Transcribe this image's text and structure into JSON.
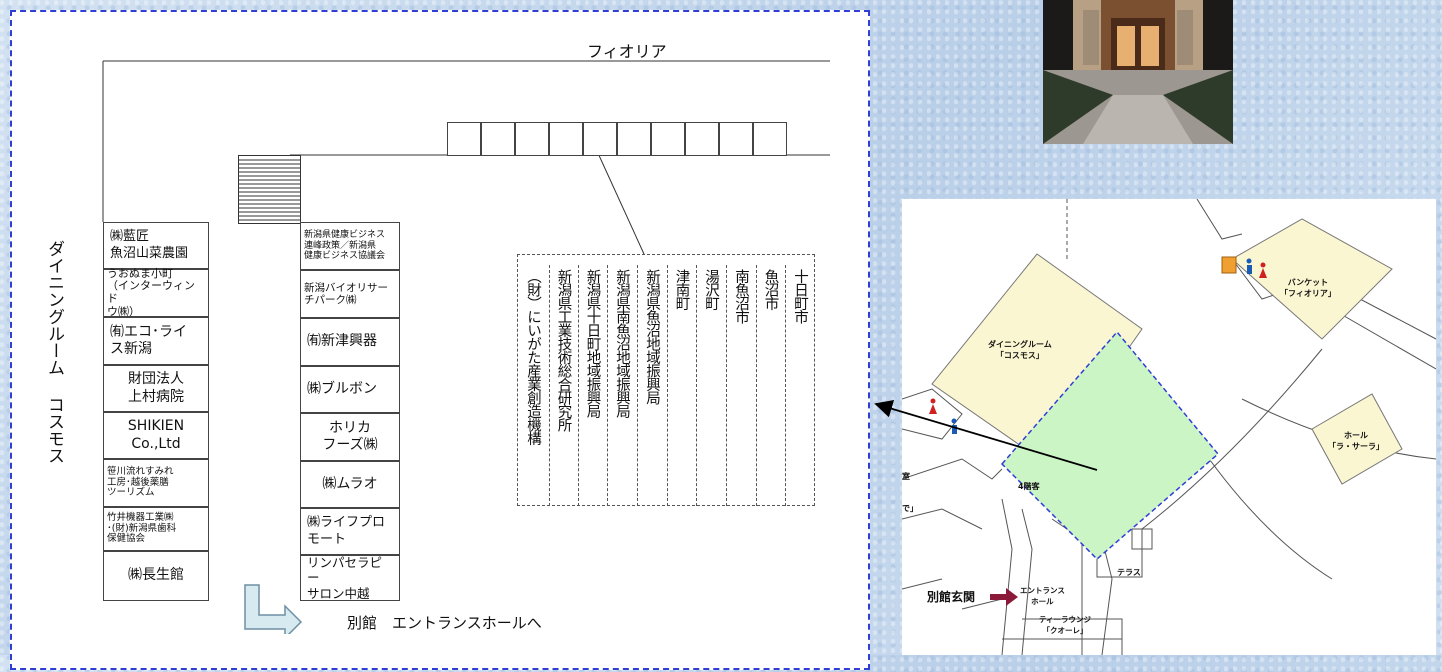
{
  "colors": {
    "panel_border": "#2f3fd6",
    "highlight": "#ccf5c6",
    "room_fill": "#fbf6d2",
    "arrow_fill": "#d6eaf0"
  },
  "diagram": {
    "top_label": "フィオリア",
    "left_room_label": "ダイニングルーム コスモス",
    "left_column": [
      "㈱藍匠\n魚沼山菜農園",
      "うおぬま小町\n（インターウィンド\nウ㈱）",
      "㈲エコ･ライ\nス新潟",
      "財団法人\n上村病院",
      "SHIKIEN\nCo.,Ltd",
      "笹川流れすみれ\n工房･越後薬膳\nツーリズム",
      "竹井機器工業㈱\n･(財)新潟県歯科\n保健協会",
      "㈱長生館"
    ],
    "mid_column": [
      "新潟県健康ビジネス\n連峰政策／新潟県\n健康ビジネス協議会",
      "新潟バイオリサー\nチパーク㈱",
      "㈲新津興器",
      "㈱ブルボン",
      "ホリカ\nフーズ㈱",
      "㈱ムラオ",
      "㈱ライフプロ\nモート",
      "リンパセラピー\nサロン中越"
    ],
    "vertical_labels": [
      "（財）にいがた産業創造機構",
      "新潟県工業技術総合研究所",
      "新潟県十日町地域振興局",
      "新潟県南魚沼地域振興局",
      "新潟県魚沼地域振興局",
      "津南町",
      "湯沢町",
      "南魚沼市",
      "魚沼市",
      "十日町市"
    ],
    "bottom_label": "別館　エントランスホールへ"
  },
  "floorplan": {
    "banquet": "バンケット\n「フィオリア」",
    "dining": "ダイニングルーム\n「コスモス」",
    "hall": "ホール\n「ラ・サーラ」",
    "floor4": "4階客",
    "terrace": "テラス",
    "annex_entrance": "別館玄関",
    "entrance_hall": "エントランス\nホール",
    "tea_lounge": "ティーラウンジ\n「クオーレ」",
    "edge_room": "室",
    "edge_bracket": "で」"
  }
}
